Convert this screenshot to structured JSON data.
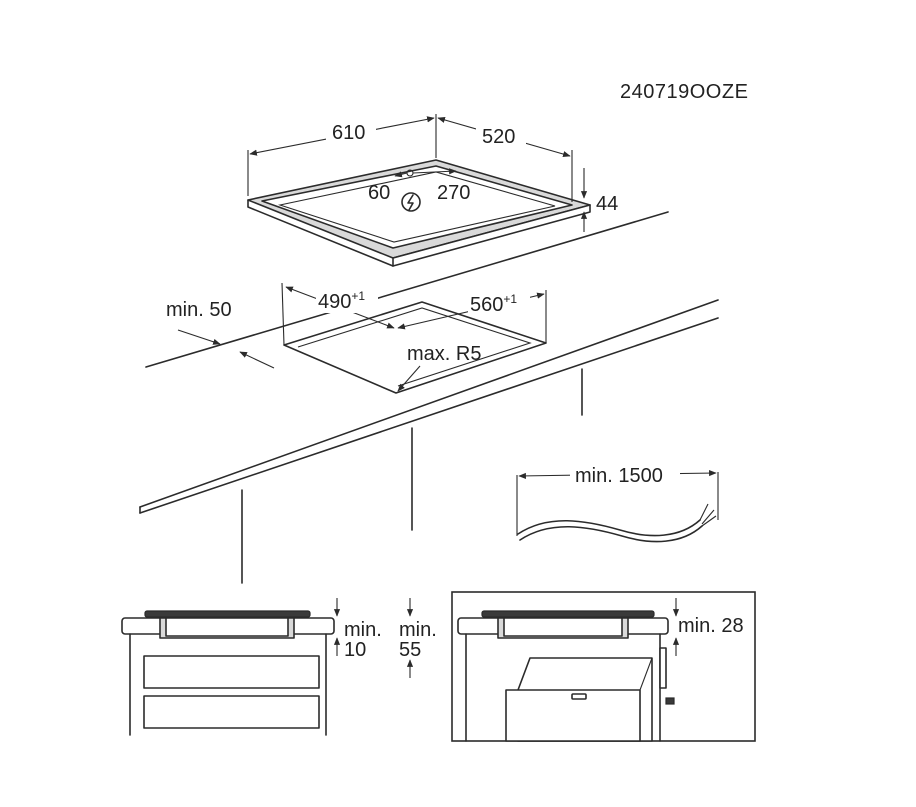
{
  "figure_code": "240719OOZE",
  "hob": {
    "width": "610",
    "depth": "520",
    "cable_left": "60",
    "cable_right": "270",
    "height": "44"
  },
  "cutout": {
    "width": "490",
    "width_tol": "+1",
    "depth": "560",
    "depth_tol": "+1",
    "edge_distance": "min. 50",
    "corner_radius": "max. R5"
  },
  "cable": {
    "length": "min. 1500"
  },
  "section_drawer": {
    "gap_a_label": "min.",
    "gap_a_value": "10",
    "gap_b_label": "min.",
    "gap_b_value": "55"
  },
  "section_oven": {
    "gap_label": "min. 28"
  },
  "colors": {
    "line": "#2b2b2b",
    "panel": "#d9d9d9",
    "dark": "#3a3a3a"
  }
}
